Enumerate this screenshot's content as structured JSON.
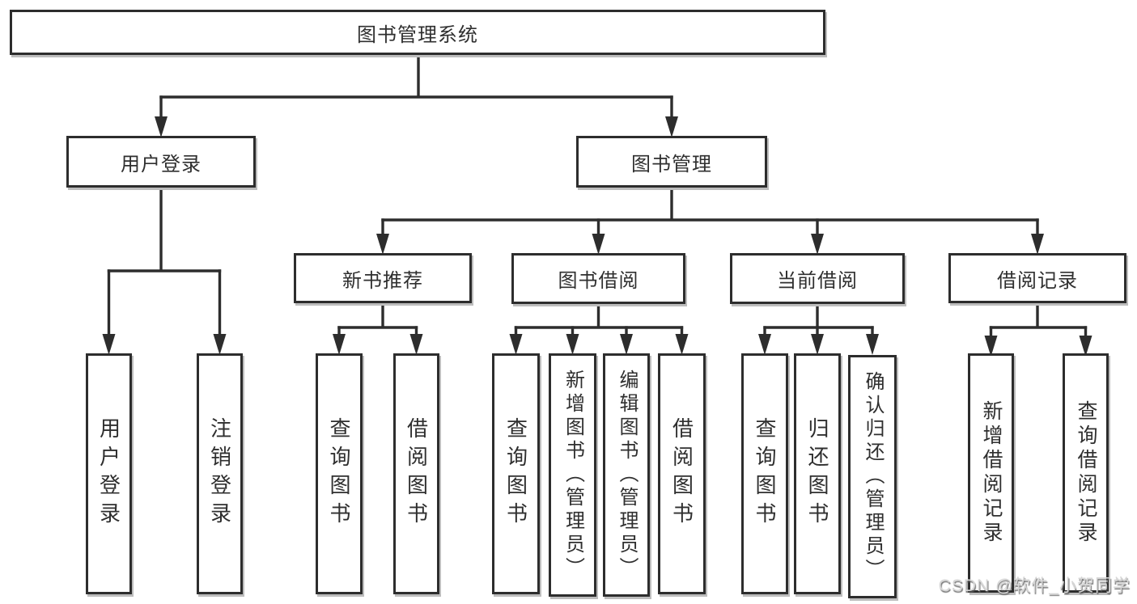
{
  "diagram": {
    "root": {
      "label": "图书管理系统"
    },
    "branches": [
      {
        "label": "用户登录"
      },
      {
        "label": "图书管理"
      }
    ],
    "modules": [
      {
        "label": "新书推荐"
      },
      {
        "label": "图书借阅"
      },
      {
        "label": "当前借阅"
      },
      {
        "label": "借阅记录"
      }
    ],
    "leaves": {
      "user_login": [
        {
          "label": "用户登录"
        },
        {
          "label": "注销登录"
        }
      ],
      "new_book": [
        {
          "label": "查询图书"
        },
        {
          "label": "借阅图书"
        }
      ],
      "book_borrow": [
        {
          "label": "查询图书"
        },
        {
          "label": "新增图书（管理员）"
        },
        {
          "label": "编辑图书（管理员）"
        },
        {
          "label": "借阅图书"
        }
      ],
      "current_borrow": [
        {
          "label": "查询图书"
        },
        {
          "label": "归还图书"
        },
        {
          "label": "确认归还（管理员）"
        }
      ],
      "borrow_records": [
        {
          "label": "新增借阅记录"
        },
        {
          "label": "查询借阅记录"
        }
      ]
    }
  },
  "watermark": {
    "text": "CSDN @软件_小贺同学"
  },
  "colors": {
    "line": "#2d2d2d",
    "text": "#2f2f2f",
    "box_bg": "#ffffff",
    "shadow": "#bdbdbd",
    "watermark": "#d6d6d6"
  }
}
